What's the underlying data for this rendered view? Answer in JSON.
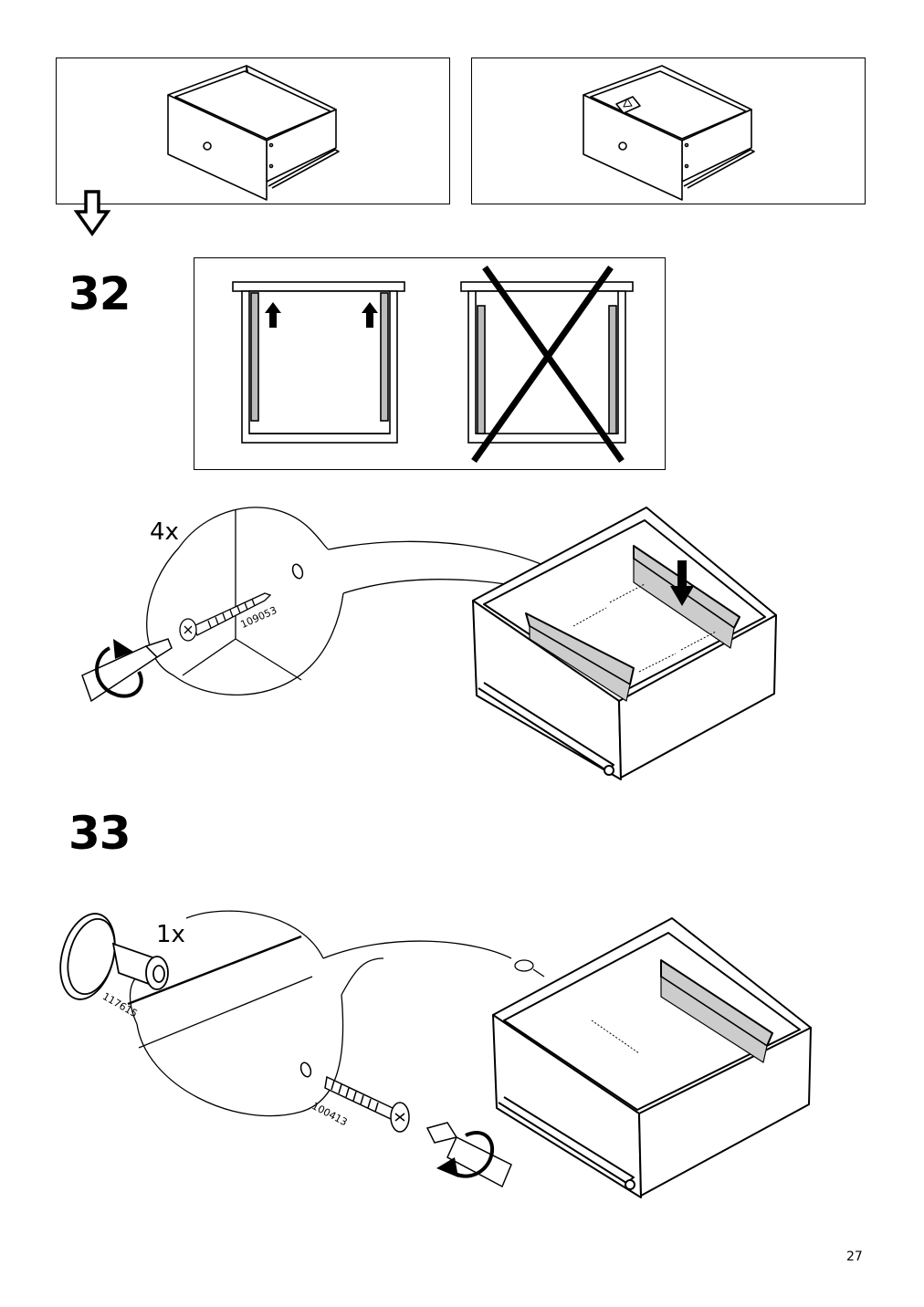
{
  "page": {
    "number": "27"
  },
  "step32": {
    "number": "32",
    "quantity": "4x",
    "part_number": "109053"
  },
  "step33": {
    "number": "33",
    "quantity": "1x",
    "knob_part_number": "117615",
    "bolt_part_number": "100413"
  },
  "icons": [
    "drawer-illustration",
    "hollow-down-arrow-icon",
    "up-arrow-icon",
    "wrong-cross-icon",
    "screwdriver-icon",
    "rotation-arrow-icon",
    "screw-icon",
    "knob-icon",
    "bolt-icon"
  ]
}
